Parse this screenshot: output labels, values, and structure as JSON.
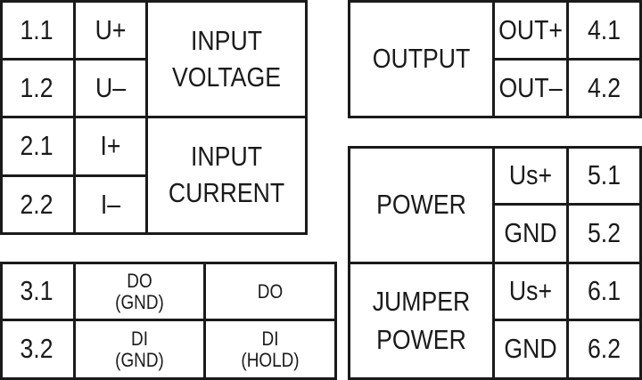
{
  "block_input": {
    "rows": [
      {
        "num": "1.1",
        "sig": "U+"
      },
      {
        "num": "1.2",
        "sig": "U–"
      },
      {
        "num": "2.1",
        "sig": "I+"
      },
      {
        "num": "2.2",
        "sig": "I–"
      }
    ],
    "voltage_label": [
      "INPUT",
      "VOLTAGE"
    ],
    "current_label": [
      "INPUT",
      "CURRENT"
    ]
  },
  "block_output": {
    "label": "OUTPUT",
    "rows": [
      {
        "sig": "OUT+",
        "num": "4.1"
      },
      {
        "sig": "OUT–",
        "num": "4.2"
      }
    ]
  },
  "block_power": {
    "power_label": "POWER",
    "jumper_label": [
      "JUMPER",
      "POWER"
    ],
    "rows": [
      {
        "sig": "Us+",
        "num": "5.1"
      },
      {
        "sig": "GND",
        "num": "5.2"
      },
      {
        "sig": "Us+",
        "num": "6.1"
      },
      {
        "sig": "GND",
        "num": "6.2"
      }
    ]
  },
  "block_digital": {
    "rows": [
      {
        "num": "3.1",
        "a": [
          "DO",
          "(GND)"
        ],
        "b": [
          "DO"
        ]
      },
      {
        "num": "3.2",
        "a": [
          "DI",
          "(GND)"
        ],
        "b": [
          "DI",
          "(HOLD)"
        ]
      }
    ]
  }
}
